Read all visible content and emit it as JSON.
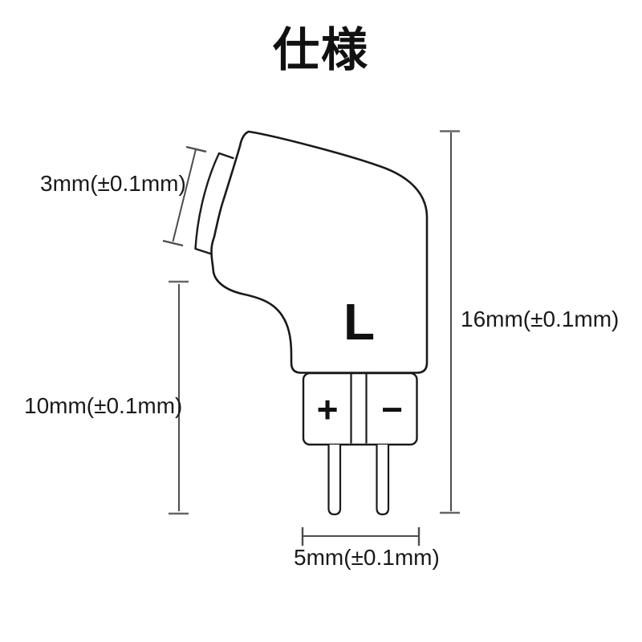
{
  "title": {
    "text": "仕様"
  },
  "connector": {
    "channel_marker": "L",
    "polarity_left": "+",
    "polarity_right": "−"
  },
  "dimensions": {
    "nozzle_length": "3mm(±0.1mm)",
    "lower_section_length": "10mm(±0.1mm)",
    "overall_height": "16mm(±0.1mm)",
    "pin_base_width": "5mm(±0.1mm)"
  },
  "colors": {
    "background": "#ffffff",
    "part_outline": "#1a1a1a",
    "dimension_lines": "#4d4d4d",
    "text": "#1a1a1a"
  }
}
